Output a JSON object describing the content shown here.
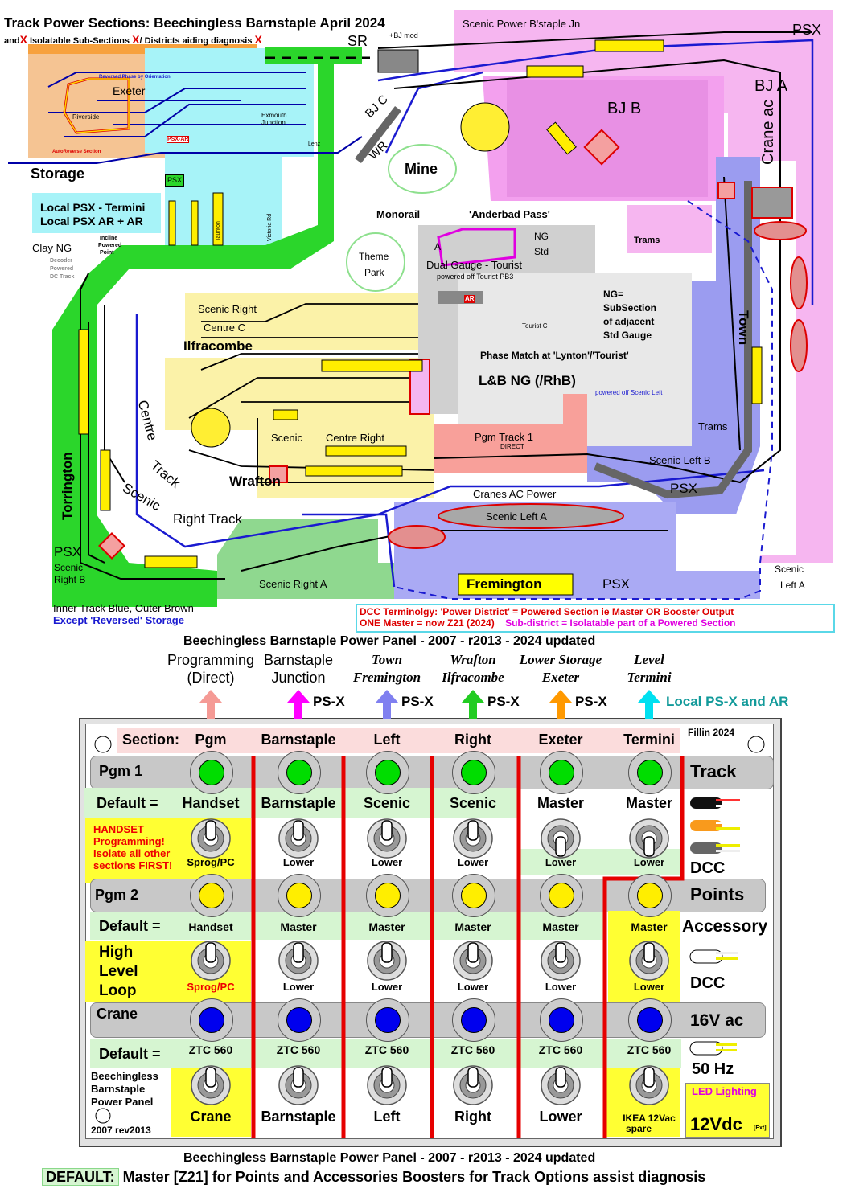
{
  "map": {
    "title": "Track Power Sections: Beechingless Barnstaple April 2024",
    "subtitle_and": "and",
    "subtitle_a": "Isolatable Sub-Sections",
    "subtitle_b": "/ Districts aiding diagnosis",
    "sr": "SR",
    "bj_mod": "+BJ mod",
    "scenic_power": "Scenic Power B'staple Jn",
    "psx": "PSX",
    "bja": "BJ A",
    "bjb": "BJ B",
    "bjc": "BJ C",
    "wr": "WR",
    "crane_ac": "Crane ac",
    "reversed_phase": "Reversed Phase by Orientation",
    "exeter": "Exeter",
    "riverside": "Riverside",
    "autoreverse": "AutoReverse Section",
    "psx_ar": "PSX-AR",
    "exmouth": "Exmouth",
    "junction": "Junction",
    "lenz": "Lenz",
    "storage": "Storage",
    "psx_small": "PSX",
    "mine": "Mine",
    "local_psx_termini": "Local PSX - Termini",
    "local_psx_ar": "Local PSX AR + AR",
    "taunton": "Taunton",
    "victoria_rd": "Victoria Rd",
    "monorail": "Monorail",
    "anderbad": "'Anderbad Pass'",
    "clay_ng": "Clay NG",
    "incline": "Incline",
    "powered": "Powered",
    "point": "Point",
    "decoder": "Decoder",
    "powered2": "Powered",
    "dc_track": "DC Track",
    "theme": "Theme",
    "park": "Park",
    "a_label": "A",
    "ng": "NG",
    "std": "Std",
    "dual_gauge": "Dual Gauge - Tourist",
    "powered_tourist": "powered off Tourist PB3",
    "ar": "AR",
    "trams": "Trams",
    "ng_eq": "NG=",
    "subsection": "SubSection",
    "of_adjacent": "of adjacent",
    "std_gauge": "Std Gauge",
    "tourist_c": "Tourist C",
    "phase_match": "Phase Match at 'Lynton'/'Tourist'",
    "lb_ng": "L&B NG (/RhB)",
    "powered_scenic_left": "powered off Scenic Left",
    "trams2": "Trams",
    "town": "Town",
    "scenic_right": "Scenic Right",
    "centre_c": "Centre C",
    "ilfracombe": "Ilfracombe",
    "centre": "Centre",
    "track": "Track",
    "scenic": "Scenic",
    "centre_right": "Centre Right",
    "wrafton": "Wrafton",
    "pgm_track1": "Pgm Track 1",
    "direct": "DIRECT",
    "scenic_left_b": "Scenic Left B",
    "psx2": "PSX",
    "torrington": "Torrington",
    "scenic2": "Scenic",
    "right_track": "Right Track",
    "cranes_ac": "Cranes AC Power",
    "scenic_left_a": "Scenic Left A",
    "psx3": "PSX",
    "scenic3": "Scenic",
    "right_b": "Right B",
    "scenic_right_a": "Scenic Right A",
    "fremington": "Fremington",
    "psx4": "PSX",
    "scenic_left_a2_1": "Scenic",
    "scenic_left_a2_2": "Left A",
    "inner_track": "Inner Track Blue, Outer Brown",
    "except_reversed": "Except 'Reversed' Storage",
    "dcc_term1": "DCC Terminolgy: 'Power District' =  Powered Section ie Master OR Booster Output",
    "dcc_term2a": "ONE Master = now Z21  (2024)",
    "dcc_term2b": "Sub-district = Isolatable part of a Powered Section",
    "marker_x": "X"
  },
  "panel": {
    "title": "Beechingless Barnstaple Power Panel - 2007 - r2013  - 2024 updated",
    "footer_title": "Beechingless Barnstaple Power Panel - 2007 - r2013  - 2024 updated",
    "footer_default": "DEFAULT:",
    "footer_rest": " Master [Z21] for Points and Accessories   Boosters for Track    Options assist diagnosis",
    "cols": [
      {
        "l1": "Programming",
        "l2": "(Direct)",
        "psx": "",
        "color": "#f59a95",
        "serif": false
      },
      {
        "l1": "Barnstaple",
        "l2": "Junction",
        "psx": "PS-X",
        "color": "#ff00ff",
        "serif": false
      },
      {
        "l1": "Town",
        "l2": "Fremington",
        "psx": "PS-X",
        "color": "#8080f0",
        "serif": true
      },
      {
        "l1": "Wrafton",
        "l2": "Ilfracombe",
        "psx": "PS-X",
        "color": "#22cc22",
        "serif": true
      },
      {
        "l1": "Lower Storage",
        "l2": "Exeter",
        "psx": "PS-X",
        "color": "#ff9900",
        "serif": true
      },
      {
        "l1": "Level",
        "l2": "Termini",
        "psx": "",
        "color": "#00e0f0",
        "serif": true
      }
    ],
    "local_psx": "Local PS-X and AR",
    "fillin": "Fillin 2024",
    "section_label": "Section:",
    "sections": [
      "Pgm",
      "Barnstaple",
      "Left",
      "Right",
      "Exeter",
      "Termini"
    ],
    "row1_label": "Pgm 1",
    "track": "Track",
    "default_label": "Default =",
    "row1_defaults": [
      "Handset",
      "Barnstaple",
      "Scenic",
      "Scenic",
      "Master",
      "Master"
    ],
    "row1_sw": [
      "Sprog/PC",
      "Lower",
      "Lower",
      "Lower",
      "Lower",
      "Lower"
    ],
    "handset_note": [
      "HANDSET",
      "Programming!",
      "Isolate all other",
      "sections FIRST!"
    ],
    "dcc": "DCC",
    "row2_label": "Pgm 2",
    "points": "Points",
    "accessory": "Accessory",
    "row2_defaults": [
      "Handset",
      "Master",
      "Master",
      "Master",
      "Master",
      "Master"
    ],
    "row2_sw": [
      "Sprog/PC",
      "Lower",
      "Lower",
      "Lower",
      "Lower",
      "Lower"
    ],
    "high_level_loop": [
      "High",
      "Level",
      "Loop"
    ],
    "dcc2": "DCC",
    "row3_label": "Crane",
    "ac16": "16V ac",
    "row3_defaults": [
      "ZTC 560",
      "ZTC 560",
      "ZTC 560",
      "ZTC 560",
      "ZTC 560",
      "ZTC 560"
    ],
    "row3_sw": [
      "Crane",
      "Barnstaple",
      "Left",
      "Right",
      "Lower",
      "IKEA 12Vac"
    ],
    "spare": "spare",
    "hz50": "50 Hz",
    "led_lighting": "LED Lighting",
    "v12dc": "12Vdc",
    "ext": "[Ext]",
    "beechingless": [
      "Beechingless",
      "Barnstaple",
      "Power Panel"
    ],
    "rev": "2007 rev2013",
    "led_colors": [
      "#00dd00",
      "#ffee00",
      "#0000ee"
    ]
  }
}
